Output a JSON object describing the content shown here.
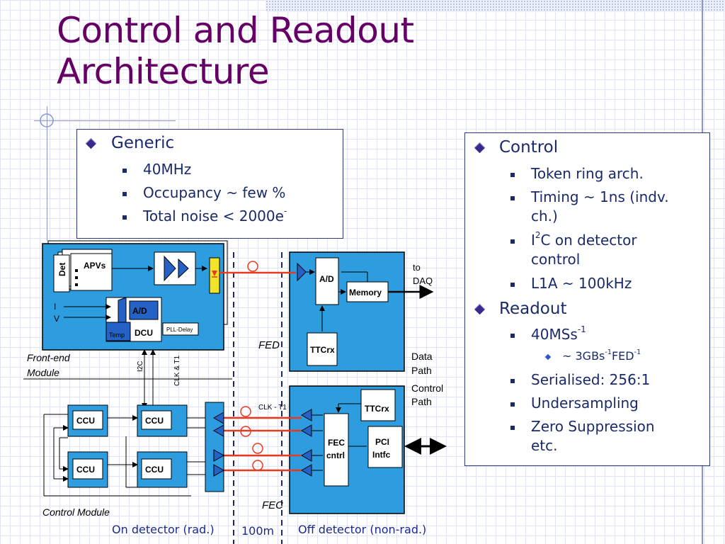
{
  "title_line1": "Control and Readout",
  "title_line2": "Architecture",
  "left_box": {
    "heading": "Generic",
    "items": [
      "40MHz",
      "Occupancy ~ few %",
      "Total noise < 2000e"
    ],
    "noise_sup": "-"
  },
  "right_box": {
    "control": {
      "heading": "Control",
      "token": "Token ring arch.",
      "timing1": "Timing ~ 1ns (indv.",
      "timing2": "ch.)",
      "i2c_a": "I",
      "i2c_sup": "2",
      "i2c_b": "C on detector",
      "i2c_c": "control",
      "l1a": "L1A ~ 100kHz"
    },
    "readout": {
      "heading": "Readout",
      "msps": "40MSs",
      "msps_sup": "-1",
      "gbs_a": "~ 3GBs",
      "gbs_sup1": "-1",
      "gbs_b": "FED",
      "gbs_sup2": "-1",
      "serialised": "Serialised: 256:1",
      "undersampling": "Undersampling",
      "zs1": "Zero Suppression",
      "zs2": "etc."
    }
  },
  "diagram": {
    "det": "Det",
    "apvs": "APVs",
    "ad_front": "A/D",
    "dcu": "DCU",
    "temp": "Temp",
    "pll": "PLL-Delay",
    "iv_i": "I",
    "iv_v": "V",
    "front_end_module": "Front-end",
    "front_end_module2": "Module",
    "i2c": "I2C",
    "clk_t1_vert": "CLK & T1",
    "fed": "FED",
    "ad_fed": "A/D",
    "memory": "Memory",
    "ttcrx_fed": "TTCrx",
    "to_daq1": "to",
    "to_daq2": "DAQ",
    "data_path1": "Data",
    "data_path2": "Path",
    "control_path1": "Control",
    "control_path2": "Path",
    "clk_t1": "CLK - T1",
    "ttcrx_fec": "TTCrx",
    "fec_cntrl1": "FEC",
    "fec_cntrl2": "cntrl",
    "pci1": "PCI",
    "pci2": "Intfc",
    "ccu": "CCU",
    "control_module": "Control Module",
    "fec": "FEC",
    "on_detector": "On detector (rad.)",
    "distance": "100m",
    "off_detector": "Off detector (non-rad.)"
  },
  "colors": {
    "title": "#660066",
    "module_fill": "#2e9de0",
    "link_red": "#e83a1e",
    "text_blue": "#1a2a6a"
  }
}
